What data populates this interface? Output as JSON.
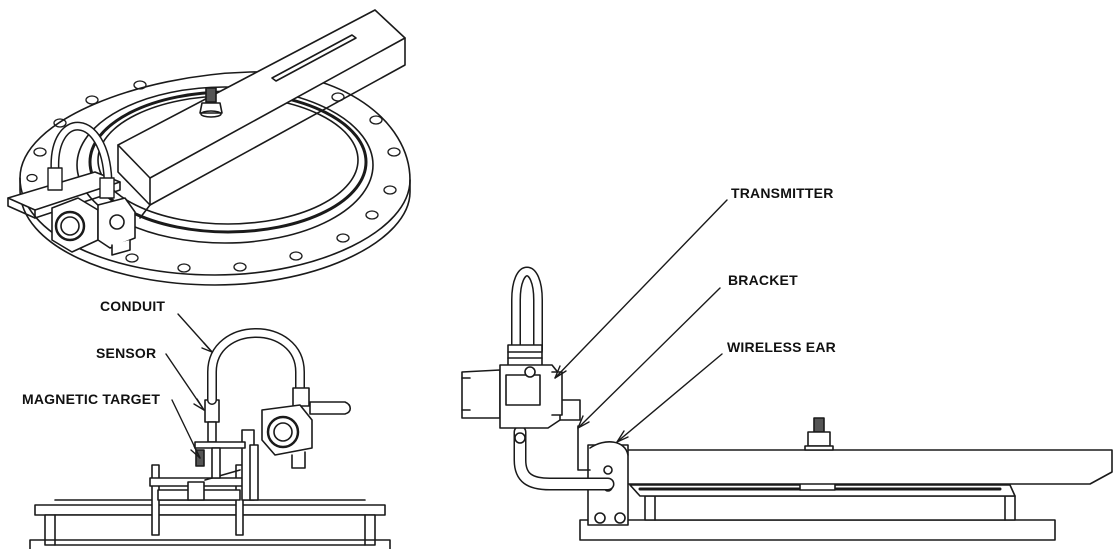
{
  "labels": {
    "conduit": "CONDUIT",
    "sensor": "SENSOR",
    "magnetic_target": "MAGNETIC TARGET",
    "transmitter": "TRANSMITTER",
    "bracket": "BRACKET",
    "wireless_ear": "WIRELESS EAR"
  },
  "colors": {
    "line": "#1a1a1a",
    "fill": "#ffffff",
    "shade": "#d9d9d9",
    "dark": "#555555"
  }
}
